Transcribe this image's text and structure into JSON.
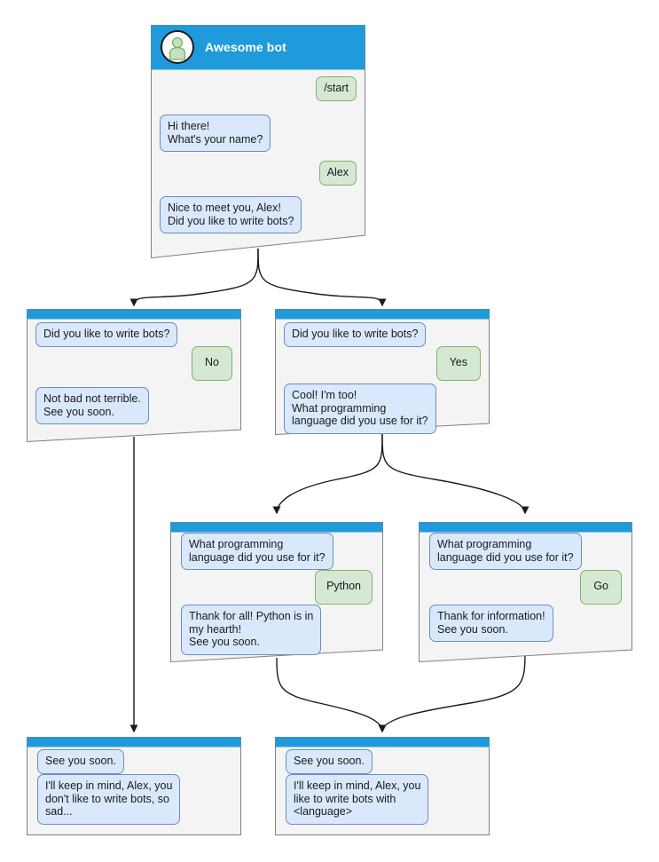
{
  "diagram": {
    "title_card": {
      "header_title": "Awesome bot",
      "avatar_icon": "user-avatar-icon"
    },
    "colors": {
      "header_blue": "#1f9bdb",
      "card_body": "#f4f4f4",
      "card_border": "#808080",
      "bot_bubble_fill": "#dae8fc",
      "bot_bubble_border": "#6c8ebf",
      "user_bubble_fill": "#d5e8d4",
      "user_bubble_border": "#82b366",
      "edge": "#1a1a1a",
      "avatar_person": "#b9dcb0"
    },
    "cards": [
      {
        "id": "start",
        "has_header_title": true,
        "messages": [
          {
            "from": "user",
            "text": "/start"
          },
          {
            "from": "bot",
            "text": "Hi there!\nWhat's your name?"
          },
          {
            "from": "user",
            "text": "Alex"
          },
          {
            "from": "bot",
            "text": "Nice to meet you, Alex!\nDid you like to write bots?"
          }
        ]
      },
      {
        "id": "answer-no",
        "has_header_title": false,
        "messages": [
          {
            "from": "bot",
            "text": "Did you like to write bots?"
          },
          {
            "from": "user",
            "text": "No"
          },
          {
            "from": "bot",
            "text": "Not bad not terrible.\nSee you soon."
          }
        ]
      },
      {
        "id": "answer-yes",
        "has_header_title": false,
        "messages": [
          {
            "from": "bot",
            "text": "Did you like to write bots?"
          },
          {
            "from": "user",
            "text": "Yes"
          },
          {
            "from": "bot",
            "text": "Cool! I'm too!\nWhat programming\nlanguage did you use for it?"
          }
        ]
      },
      {
        "id": "answer-python",
        "has_header_title": false,
        "messages": [
          {
            "from": "bot",
            "text": "What programming\nlanguage did you use for it?"
          },
          {
            "from": "user",
            "text": "Python"
          },
          {
            "from": "bot",
            "text": "Thank for all! Python is in\nmy hearth!\nSee you soon."
          }
        ]
      },
      {
        "id": "answer-go",
        "has_header_title": false,
        "messages": [
          {
            "from": "bot",
            "text": "What programming\nlanguage did you use for it?"
          },
          {
            "from": "user",
            "text": "Go"
          },
          {
            "from": "bot",
            "text": "Thank for information!\nSee you soon."
          }
        ]
      },
      {
        "id": "end-no",
        "has_header_title": false,
        "messages": [
          {
            "from": "bot",
            "text": "See you soon."
          },
          {
            "from": "bot",
            "text": "I'll keep in mind, Alex, you\ndon't like to write bots, so\nsad..."
          }
        ]
      },
      {
        "id": "end-yes",
        "has_header_title": false,
        "messages": [
          {
            "from": "bot",
            "text": "See you soon."
          },
          {
            "from": "bot",
            "text": "I'll keep in mind, Alex, you\nlike to write bots with\n<language>"
          }
        ]
      }
    ]
  }
}
